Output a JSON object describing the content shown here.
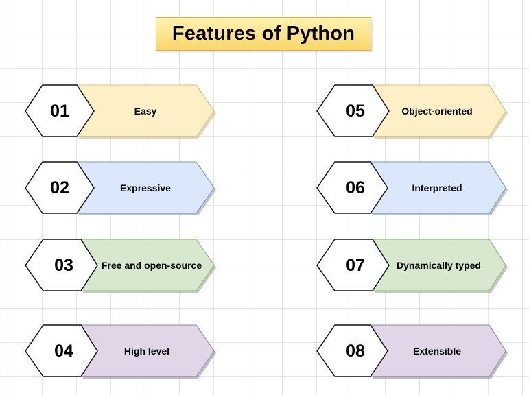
{
  "title": "Features of Python",
  "colors": {
    "yellow": {
      "fill": "#fdf0c6",
      "stroke": "#d6c27a"
    },
    "blue": {
      "fill": "#dbe7fb",
      "stroke": "#7e94b6"
    },
    "green": {
      "fill": "#d7e8cf",
      "stroke": "#8fb07e"
    },
    "purple": {
      "fill": "#e0d6e8",
      "stroke": "#9585a6"
    }
  },
  "features": [
    {
      "number": "01",
      "label": "Easy",
      "color": "yellow"
    },
    {
      "number": "02",
      "label": "Expressive",
      "color": "blue"
    },
    {
      "number": "03",
      "label": "Free and open-source",
      "color": "green"
    },
    {
      "number": "04",
      "label": "High level",
      "color": "purple"
    },
    {
      "number": "05",
      "label": "Object-oriented",
      "color": "yellow"
    },
    {
      "number": "06",
      "label": "Interpreted",
      "color": "blue"
    },
    {
      "number": "07",
      "label": "Dynamically typed",
      "color": "green"
    },
    {
      "number": "08",
      "label": "Extensible",
      "color": "purple"
    }
  ]
}
